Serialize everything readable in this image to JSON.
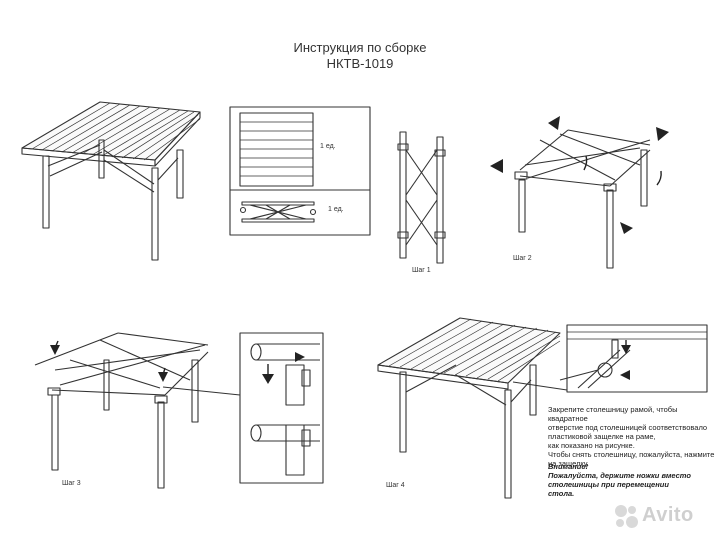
{
  "header": {
    "title_line1": "Инструкция по сборке",
    "title_line2": "НКТВ-1019"
  },
  "parts": [
    {
      "qty": "1 ед."
    },
    {
      "qty": "1 ед."
    }
  ],
  "steps": [
    {
      "label": "Шаг 1"
    },
    {
      "label": "Шаг 2"
    },
    {
      "label": "Шаг 3"
    },
    {
      "label": "Шаг 4"
    }
  ],
  "instructions": {
    "lines": [
      "Закрепите столешницу рамой, чтобы квадратное",
      "отверстие под столешницей соответствовало",
      "пластиковой защелке на раме,",
      "как показано на рисунке.",
      "Чтобы снять столешницу, пожалуйста, нажмите",
      "на защелку."
    ],
    "warning": [
      "Внимание!",
      "Пожалуйста, держите ножки вместо",
      "столешницы при перемещении",
      "стола."
    ]
  },
  "watermark": {
    "text": "Avito",
    "icon": "avito-logo-icon"
  },
  "colors": {
    "line": "#333333",
    "watermark": "#cfcfcf"
  }
}
